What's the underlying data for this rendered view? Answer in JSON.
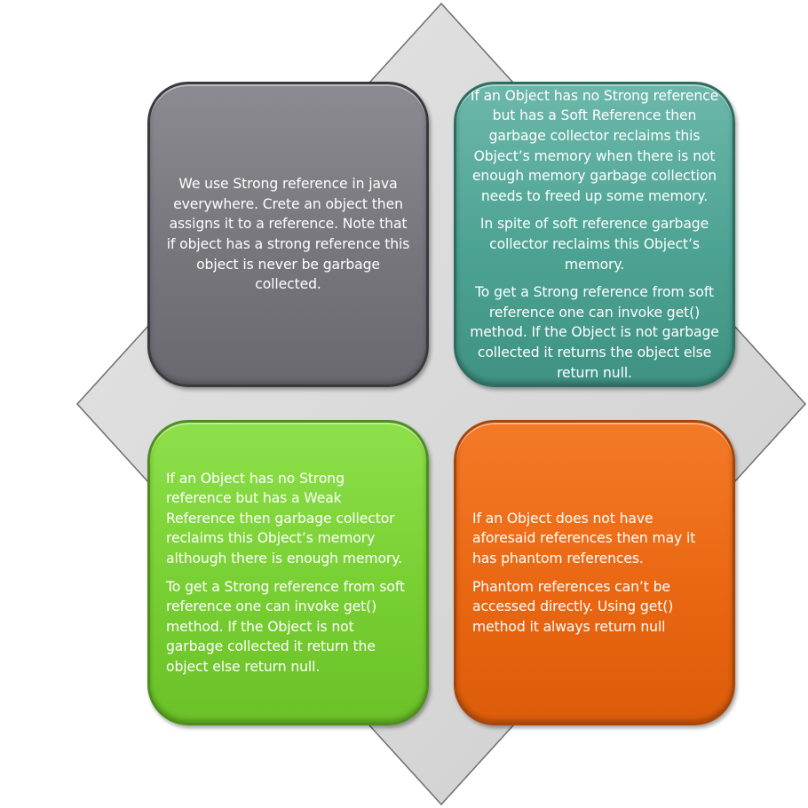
{
  "colors": {
    "diamond_fill": "#d6d6d6",
    "diamond_stroke": "#666666",
    "strong_box": "#7c7b82",
    "soft_box": "#52a697",
    "weak_box": "#7ad136",
    "phantom_box": "#ec6a15",
    "text": "#ffffff"
  },
  "boxes": {
    "strong": {
      "paragraphs": [
        "We use Strong reference in java everywhere.  Crete an object then assigns it to a reference. Note that if object has a strong reference this object is never be garbage collected."
      ]
    },
    "soft": {
      "paragraphs": [
        "If an Object has no Strong reference but has a Soft Reference then garbage collector reclaims this Object’s memory when there is not enough memory garbage collection needs to freed up some memory.",
        "In spite of soft reference garbage collector reclaims this Object’s memory.",
        "To get a Strong reference from soft reference one can invoke get() method. If the Object is not garbage collected it returns the object else return null."
      ]
    },
    "weak": {
      "paragraphs": [
        "If an Object has no Strong reference but has a Weak Reference then garbage collector reclaims this Object’s memory although there is enough memory.",
        " To get a Strong reference from soft reference one can invoke get() method. If the Object is not garbage collected it return the object else return null."
      ]
    },
    "phantom": {
      "paragraphs": [
        "If an Object does not have aforesaid references then may it has phantom references.",
        "Phantom references can’t be accessed directly. Using get() method it always return null"
      ]
    }
  }
}
